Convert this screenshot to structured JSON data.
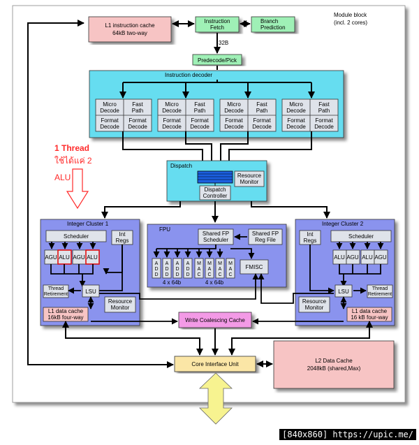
{
  "module_block": {
    "line1": "Module block",
    "line2": "(incl. 2 cores)"
  },
  "l1_icache": {
    "line1": "L1 instruction cache",
    "line2": "64kB two-way"
  },
  "instruction_fetch": {
    "line1": "Instruction",
    "line2": "Fetch"
  },
  "branch_prediction": {
    "line1": "Branch",
    "line2": "Prediction"
  },
  "bus_32b": "32B",
  "predecode": "Predecode/Pick",
  "instruction_decoder": {
    "title": "Instruction decoder",
    "micro": [
      "Micro",
      "Decode"
    ],
    "fast": [
      "Fast",
      "Path"
    ],
    "format": [
      "Format",
      "Decode"
    ]
  },
  "annotation": {
    "line1": "1 Thread",
    "line2": "ใช้ได้แค่ 2",
    "line3": "ALU"
  },
  "dispatch": {
    "title": "Dispatch",
    "resource_monitor": [
      "Resource",
      "Monitor"
    ],
    "controller": [
      "Dispatch",
      "Controller"
    ]
  },
  "integer_cluster_1": {
    "title": "Integer Cluster 1",
    "scheduler": "Scheduler",
    "int_regs": [
      "Int",
      "Regs"
    ],
    "units": [
      "AGU",
      "ALU",
      "AGU",
      "ALU"
    ],
    "thread_retirement": [
      "Thread",
      "Retirement"
    ],
    "lsu": "LSU",
    "resource_monitor": [
      "Resource",
      "Monitor"
    ],
    "l1_dcache": [
      "L1 data cache",
      "16kB four-way"
    ]
  },
  "fpu": {
    "title": "FPU",
    "scheduler": [
      "Shared FP",
      "Scheduler"
    ],
    "reg_file": [
      "Shared FP",
      "Reg File"
    ],
    "add": [
      "A",
      "D",
      "D"
    ],
    "mac": [
      "M",
      "A",
      "C"
    ],
    "fmisc": "FMISC",
    "add_count": "4 x 64b",
    "mac_count": "4 x 64b"
  },
  "integer_cluster_2": {
    "title": "Integer Cluster 2",
    "scheduler": "Scheduler",
    "int_regs": [
      "Int",
      "Regs"
    ],
    "units": [
      "ALU",
      "AGU",
      "ALU",
      "AGU"
    ],
    "thread_retirement": [
      "Thread",
      "Retirement"
    ],
    "lsu": "LSU",
    "resource_monitor": [
      "Resource",
      "Monitor"
    ],
    "l1_dcache": [
      "L1 data cache",
      "16 kB four-way"
    ]
  },
  "write_coalescing": "Write Coalescing Cache",
  "core_interface": "Core Interface Unit",
  "l2_cache": {
    "line1": "L2 Data Cache",
    "line2": "2048kB (shared,Max)"
  },
  "watermark": "[840x860] https://upic.me/",
  "colors": {
    "pink": "#f7c4c4",
    "green": "#9ff0b6",
    "cyan": "#66ddf0",
    "blue": "#8a93ee",
    "gray": "#dfe3ea",
    "magenta": "#f39ae6",
    "core": "#fbe6a6",
    "arrow": "#f7f390",
    "annotation": "#ff2a2a"
  }
}
